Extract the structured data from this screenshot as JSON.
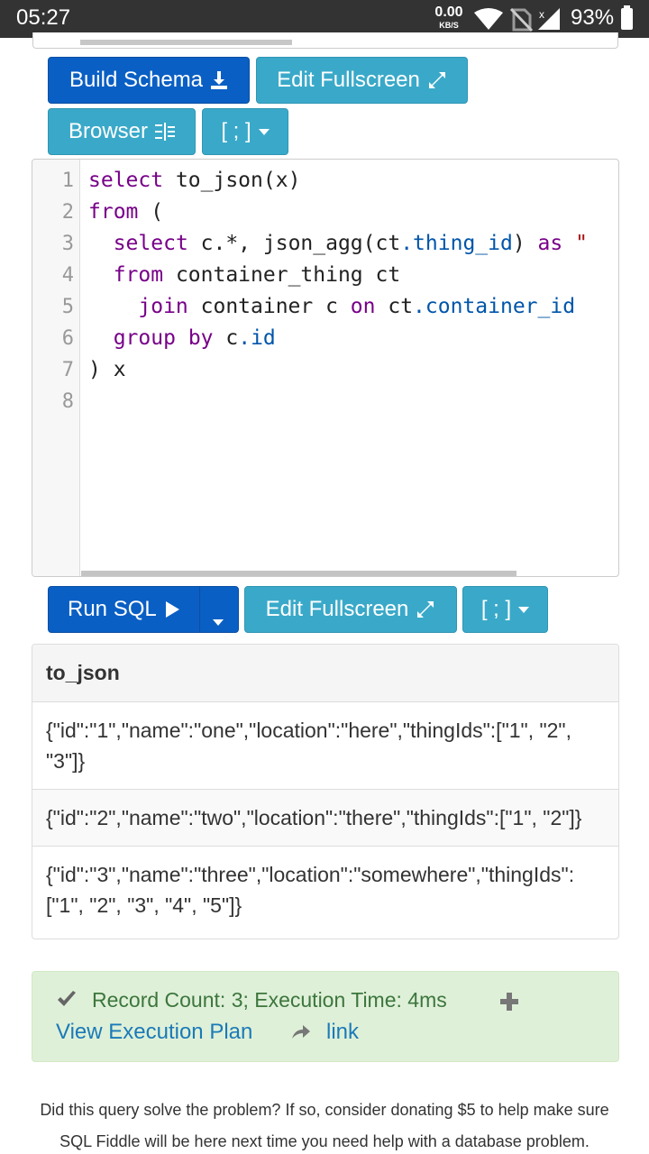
{
  "status_bar": {
    "time": "05:27",
    "net_speed": "0.00",
    "net_unit": "KB/S",
    "battery": "93%"
  },
  "schema_toolbar": {
    "build_schema": "Build Schema",
    "edit_fullscreen": "Edit Fullscreen",
    "browser": "Browser",
    "terminator": "[ ; ]"
  },
  "editor": {
    "line_numbers": [
      "1",
      "2",
      "3",
      "4",
      "5",
      "6",
      "7",
      "8"
    ]
  },
  "query_toolbar": {
    "run_sql": "Run SQL",
    "edit_fullscreen": "Edit Fullscreen",
    "terminator": "[ ; ]"
  },
  "results": {
    "column": "to_json",
    "rows": [
      {
        "line1": "{\"id\":\"1\",\"name\":\"one\",\"location\":\"here\",\"thingIds\":[\"1\", \"2\",",
        "line2": "\"3\"]}"
      },
      {
        "line1": "{\"id\":\"2\",\"name\":\"two\",\"location\":\"there\",\"thingIds\":[\"1\", \"2\"]}",
        "line2": ""
      },
      {
        "line1": "{\"id\":\"3\",\"name\":\"three\",\"location\":\"somewhere\",\"thingIds\":",
        "line2": "[\"1\", \"2\", \"3\", \"4\", \"5\"]}"
      }
    ]
  },
  "execution": {
    "summary": "Record Count: 3; Execution Time: 4ms",
    "view_plan": "View Execution Plan",
    "link": "link"
  },
  "donate": {
    "line1": "Did this query solve the problem? If so, consider donating $5 to help make sure",
    "line2": "SQL Fiddle will be here next time you need help with a database problem."
  },
  "icons": {
    "build_schema": "download-icon",
    "edit_fullscreen": "resize-full-icon",
    "browser": "indent-icon",
    "run_sql": "play-icon",
    "success": "check-icon",
    "expand": "plus-icon",
    "share": "share-arrow-icon"
  },
  "colors": {
    "primary": "#0a5fc4",
    "info": "#3aa9c9",
    "success_bg": "#dff0d8",
    "success_text": "#3c763d",
    "link": "#1a7ab8",
    "keyword": "#770088",
    "property": "#0055aa"
  }
}
